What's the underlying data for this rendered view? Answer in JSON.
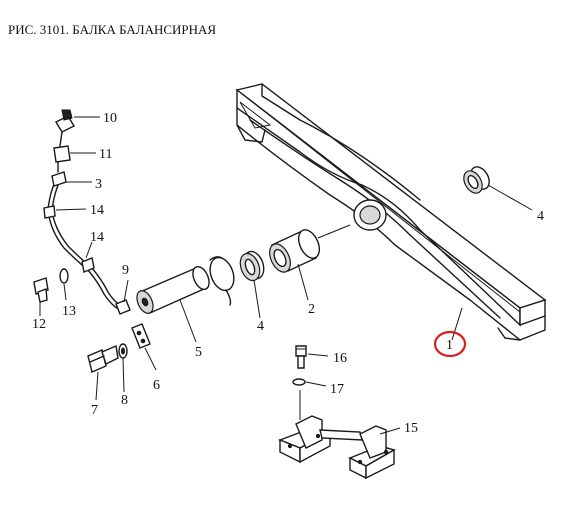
{
  "title": "РИС. 3101. БАЛКА БАЛАНСИРНАЯ",
  "labels": {
    "p1": "1",
    "p2": "2",
    "p3": "3",
    "p4a": "4",
    "p4b": "4",
    "p5": "5",
    "p6": "6",
    "p7": "7",
    "p8": "8",
    "p9": "9",
    "p10": "10",
    "p11": "11",
    "p12": "12",
    "p13": "13",
    "p14a": "14",
    "p14b": "14",
    "p15": "15",
    "p16": "16",
    "p17": "17"
  },
  "highlight": {
    "part": "1",
    "color": "#d62020"
  }
}
